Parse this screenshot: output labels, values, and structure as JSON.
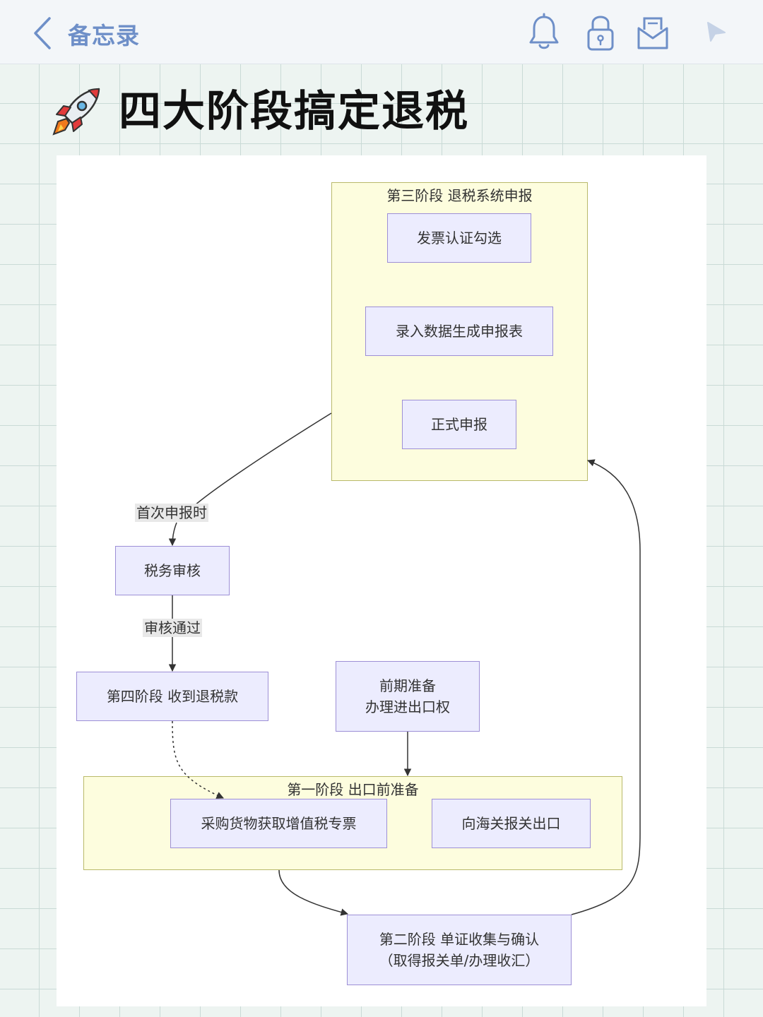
{
  "nav": {
    "title": "备忘录",
    "icons": [
      "chevron-left-icon",
      "bell-icon",
      "lock-icon",
      "envelope-icon",
      "send-icon"
    ]
  },
  "note": {
    "title": "四大阶段搞定退税",
    "title_icon": "rocket-icon"
  },
  "flowchart": {
    "stage3": {
      "label": "第三阶段 退税系统申报",
      "steps": [
        "发票认证勾选",
        "录入数据生成申报表",
        "正式申报"
      ]
    },
    "first_declare_label": "首次申报时",
    "tax_review": "税务审核",
    "review_pass_label": "审核通过",
    "stage4": "第四阶段 收到退税款",
    "prep": [
      "前期准备",
      "办理进出口权"
    ],
    "stage1": {
      "label": "第一阶段 出口前准备",
      "steps": [
        "采购货物获取增值税专票",
        "向海关报关出口"
      ]
    },
    "stage2": [
      "第二阶段 单证收集与确认",
      "（取得报关单/办理收汇）"
    ]
  },
  "colors": {
    "cluster_fill": "#fdfdde",
    "cluster_border": "#b9b96a",
    "node_fill": "#ececfe",
    "node_border": "#9d8fd6",
    "nav_accent": "#6e8fc8"
  }
}
